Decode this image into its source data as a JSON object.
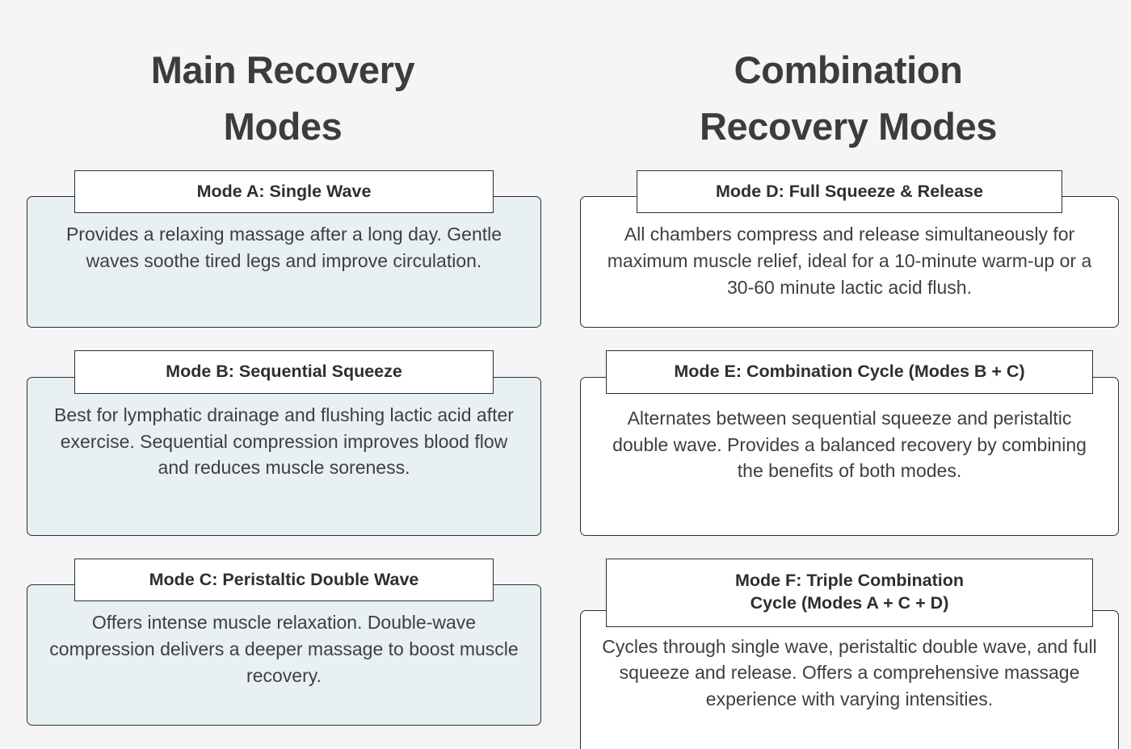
{
  "background_color": "#f5f5f5",
  "columns": [
    {
      "id": "main-recovery-modes",
      "heading": "Main Recovery\nModes",
      "card_fill": "#e9f0f4",
      "border_color": "#2b2f33",
      "cards": [
        {
          "id": "mode-a",
          "title": "Mode A: Single Wave",
          "body": "Provides a relaxing massage after a long day. Gentle waves soothe tired legs and improve circulation."
        },
        {
          "id": "mode-b",
          "title": "Mode B: Sequential Squeeze",
          "body": "Best for lymphatic drainage and flushing lactic acid after exercise. Sequential compression improves blood flow and reduces muscle soreness."
        },
        {
          "id": "mode-c",
          "title": "Mode C: Peristaltic Double Wave",
          "body": "Offers intense muscle relaxation. Double-wave compression delivers a deeper massage to boost muscle recovery."
        }
      ]
    },
    {
      "id": "combination-recovery-modes",
      "heading": "Combination\nRecovery Modes",
      "card_fill": "#ffffff",
      "border_color": "#2b2f33",
      "cards": [
        {
          "id": "mode-d",
          "title": "Mode D: Full Squeeze & Release",
          "body": "All chambers compress and release simultaneously for maximum muscle relief, ideal for a 10-minute warm-up or a 30-60 minute lactic acid flush."
        },
        {
          "id": "mode-e",
          "title": "Mode E: Combination Cycle (Modes B + C)",
          "body": "Alternates between sequential squeeze and peristaltic double wave. Provides a balanced recovery by combining the benefits of both modes."
        },
        {
          "id": "mode-f",
          "title": "Mode F: Triple Combination\nCycle (Modes A + C + D)",
          "body": "Cycles through single wave, peristaltic double wave, and full squeeze and release. Offers a comprehensive massage experience with varying intensities."
        }
      ]
    }
  ]
}
